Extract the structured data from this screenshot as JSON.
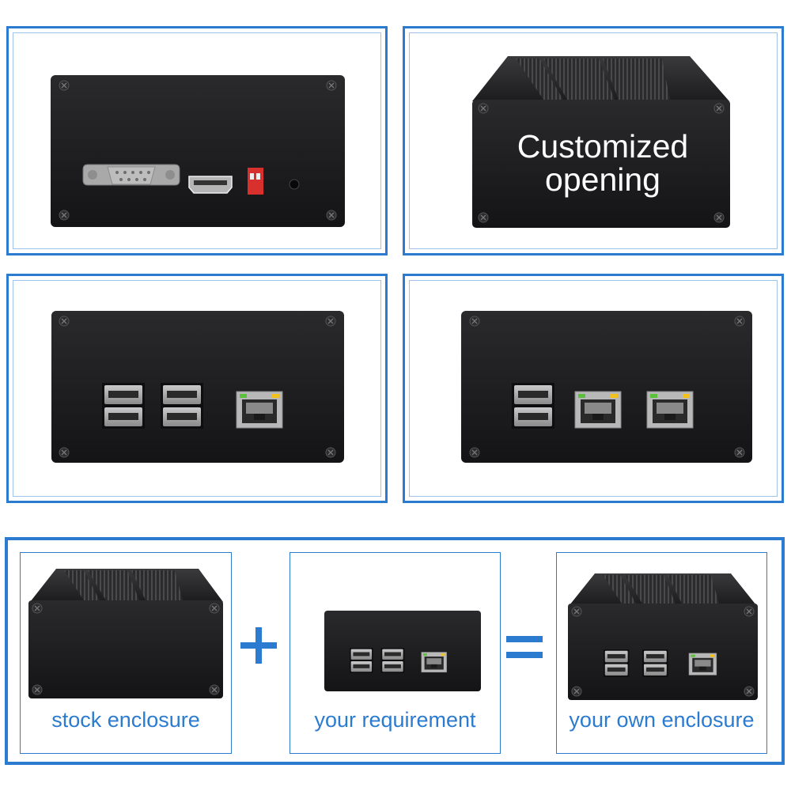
{
  "overlay": {
    "line1": "Customized",
    "line2": "opening"
  },
  "captions": {
    "stock": "stock enclosure",
    "requirement": "your requirement",
    "own": "your own enclosure"
  },
  "colors": {
    "accent": "#2b7bd0",
    "enclosure": "#1e1e20",
    "port_red": "#d8302c"
  },
  "icons": [
    "db9-connector-icon",
    "hdmi-port-icon",
    "dip-switch-icon",
    "led-hole-icon",
    "usb-port-icon",
    "rj45-port-icon",
    "plus-icon",
    "equals-icon"
  ]
}
